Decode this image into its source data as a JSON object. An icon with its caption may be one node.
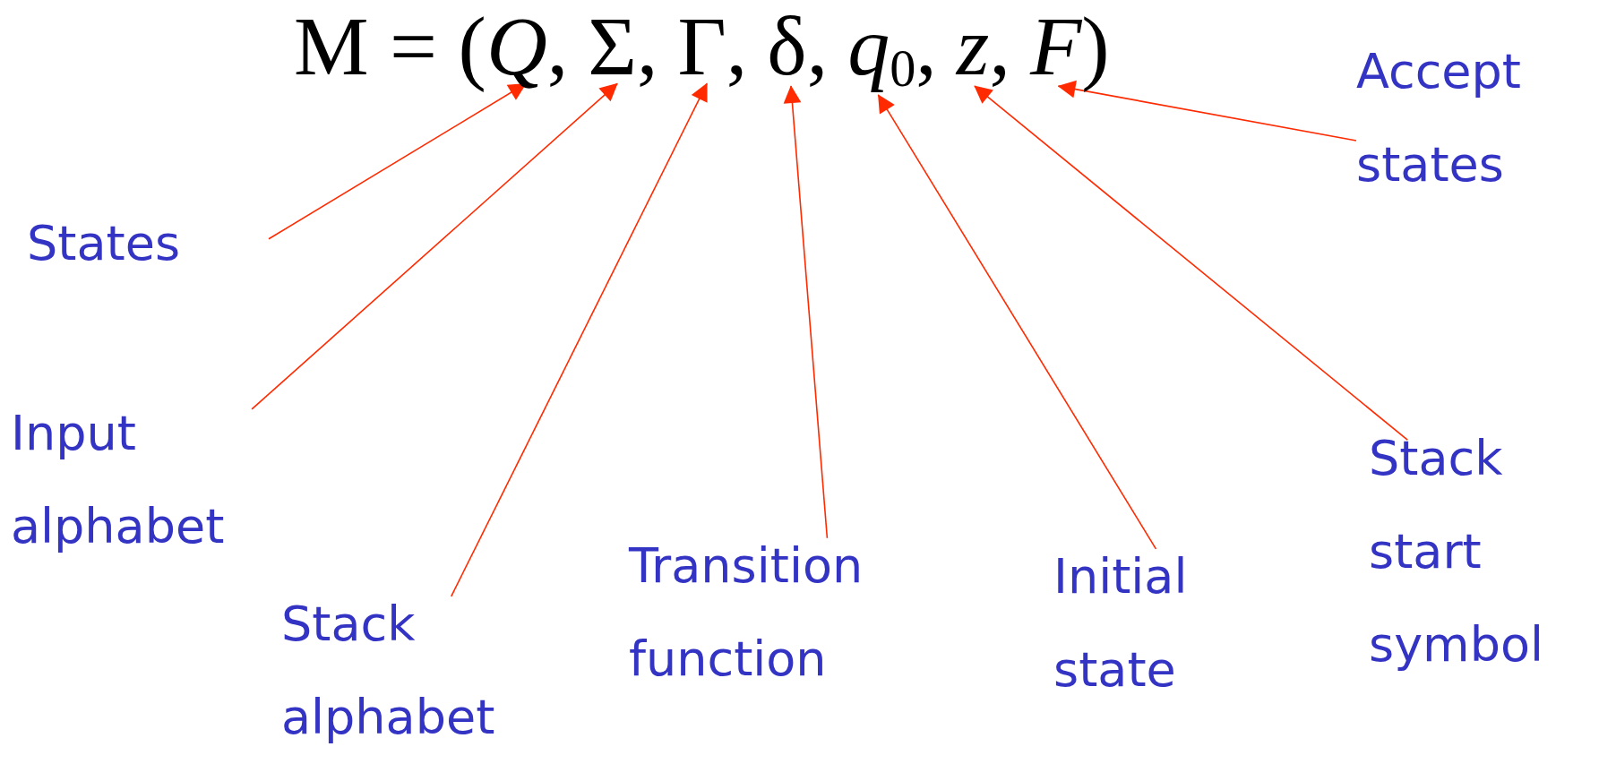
{
  "diagram": {
    "nodes": [
      {
        "text": [
          "Q"
        ]
      },
      {
        "text": [
          "Σ"
        ]
      },
      {
        "text": [
          "Γ"
        ]
      },
      {
        "text": [
          "δ"
        ]
      },
      {
        "text": [
          "q$_{0}$"
        ]
      },
      {
        "text": [
          "z"
        ]
      },
      {
        "text": [
          "F"
        ]
      },
      {
        "text": [
          "States"
        ]
      },
      {
        "text": [
          "Input alphabet"
        ]
      },
      {
        "text": [
          "Stack alphabet"
        ]
      },
      {
        "text": [
          "Transition function"
        ]
      },
      {
        "text": [
          "Initial state"
        ]
      },
      {
        "text": [
          "Stack start symbol"
        ]
      },
      {
        "text": [
          "Accept states"
        ]
      }
    ],
    "edges": [
      {
        "from": 7,
        "to": 0,
        "arrow": "to",
        "color": "#ff2a00"
      },
      {
        "from": 8,
        "to": 1,
        "arrow": "to",
        "color": "#ff2a00"
      },
      {
        "from": 9,
        "to": 2,
        "arrow": "to",
        "color": "#ff2a00"
      },
      {
        "from": 10,
        "to": 3,
        "arrow": "to",
        "color": "#ff2a00"
      },
      {
        "from": 11,
        "to": 4,
        "arrow": "to",
        "color": "#ff2a00"
      },
      {
        "from": 12,
        "to": 5,
        "arrow": "to",
        "color": "#ff2a00"
      },
      {
        "from": 13,
        "to": 6,
        "arrow": "to",
        "color": "#ff2a00"
      }
    ],
    "labels": [
      "M = (",
      ",",
      ",",
      ",",
      ",",
      ",",
      ",",
      ")"
    ]
  }
}
